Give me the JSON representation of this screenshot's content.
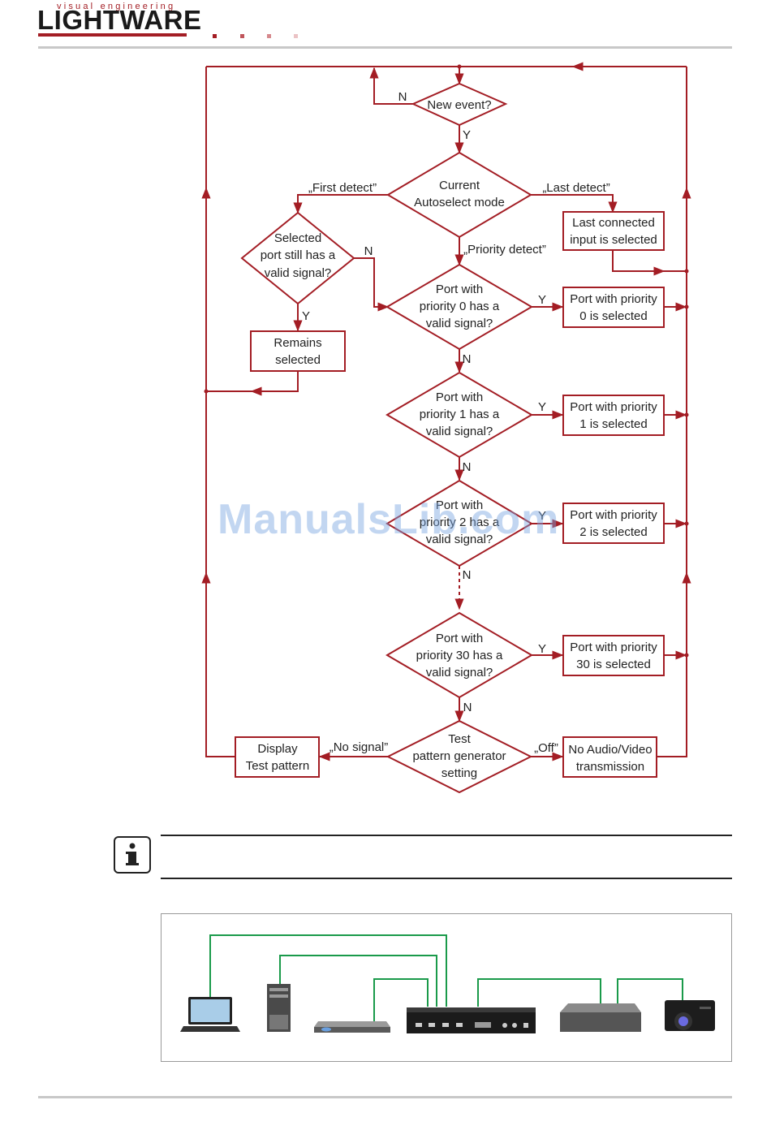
{
  "header": {
    "logo_tagline": "visual engineering",
    "logo_name": "LIGHTWARE",
    "brand_color": "#a31d24"
  },
  "colors": {
    "flow_line": "#a31d24",
    "connection_line": "#1a9a4a"
  },
  "flowchart": {
    "new_event": "New event?",
    "new_event_n": "N",
    "new_event_y": "Y",
    "mode_line1": "Current",
    "mode_line2": "Autoselect mode",
    "first_detect": "„First detect”",
    "last_detect": "„Last detect”",
    "priority_detect": "„Priority detect”",
    "last_connected_line1": "Last connected",
    "last_connected_line2": "input is selected",
    "selected_port_line1": "Selected",
    "selected_port_line2": "port still has a",
    "selected_port_line3": "valid signal?",
    "selected_port_n": "N",
    "selected_port_y": "Y",
    "remains_line1": "Remains",
    "remains_line2": "selected",
    "p0_line1": "Port with",
    "p0_line2": "priority 0 has a",
    "p0_line3": "valid signal?",
    "p0_y": "Y",
    "p0_n": "N",
    "p0_sel_line1": "Port with priority",
    "p0_sel_line2": "0 is selected",
    "p1_line1": "Port with",
    "p1_line2": "priority 1 has a",
    "p1_line3": "valid signal?",
    "p1_y": "Y",
    "p1_n": "N",
    "p1_sel_line1": "Port with priority",
    "p1_sel_line2": "1 is selected",
    "p2_line1": "Port with",
    "p2_line2": "priority 2 has a",
    "p2_line3": "valid signal?",
    "p2_y": "Y",
    "p2_n": "N",
    "p2_sel_line1": "Port with priority",
    "p2_sel_line2": "2 is selected",
    "p30_line1": "Port with",
    "p30_line2": "priority 30 has a",
    "p30_line3": "valid signal?",
    "p30_y": "Y",
    "p30_n": "N",
    "p30_sel_line1": "Port with priority",
    "p30_sel_line2": "30 is selected",
    "test_line1": "Test",
    "test_line2": "pattern generator",
    "test_line3": "setting",
    "no_signal": "„No signal”",
    "off": "„Off”",
    "display_line1": "Display",
    "display_line2": "Test pattern",
    "no_av_line1": "No Audio/Video",
    "no_av_line2": "transmission"
  },
  "watermark": "ManualsLib.com",
  "info_icon": "info-icon",
  "devices": [
    "laptop-icon",
    "pc-tower-icon",
    "player-icon",
    "switcher-icon",
    "receiver-icon",
    "projector-icon"
  ]
}
